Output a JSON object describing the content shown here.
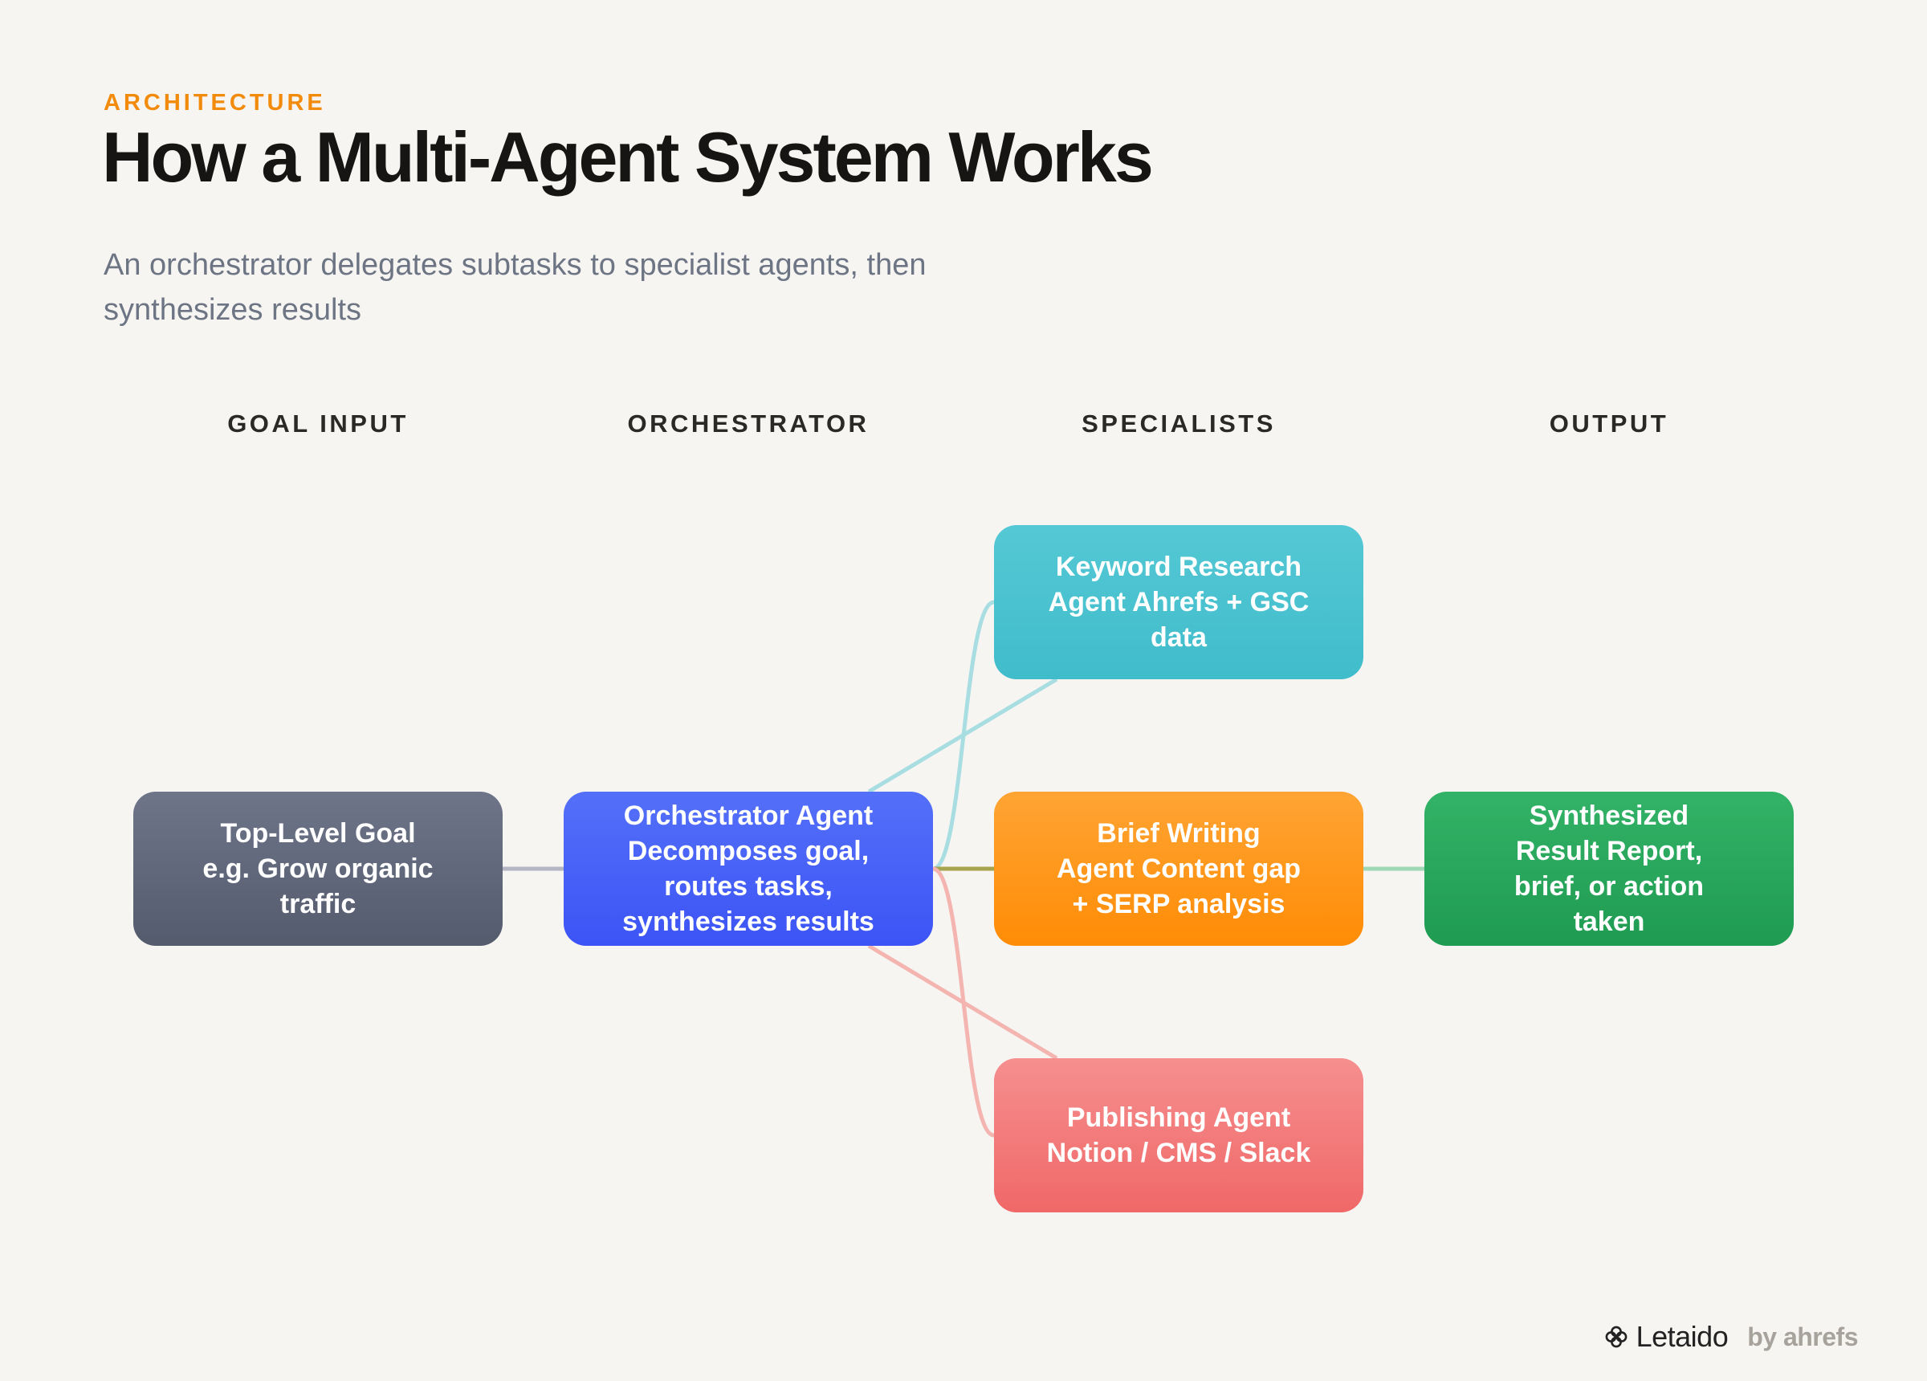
{
  "header": {
    "eyebrow": "ARCHITECTURE",
    "title": "How a Multi-Agent System Works",
    "subtitle": "An orchestrator delegates subtasks to specialist agents, then synthesizes results"
  },
  "columns": [
    "GOAL INPUT",
    "ORCHESTRATOR",
    "SPECIALISTS",
    "OUTPUT"
  ],
  "nodes": {
    "goal": {
      "text": "Top-Level Goal\ne.g. Grow organic traffic",
      "color": "#5f6679"
    },
    "orchestrator": {
      "text": "Orchestrator Agent Decomposes goal, routes tasks, synthesizes results",
      "color": "#4a63f7"
    },
    "keyword": {
      "text": "Keyword Research Agent Ahrefs + GSC data",
      "color": "#49c2d0"
    },
    "brief": {
      "text": "Brief Writing\nAgent Content gap\n+ SERP analysis",
      "color": "#ff9a1c"
    },
    "publishing": {
      "text": "Publishing Agent Notion / CMS / Slack",
      "color": "#f27c7c"
    },
    "output": {
      "text": "Synthesized Result Report, brief, or action taken",
      "color": "#28a75c"
    }
  },
  "connectors": {
    "goal_to_orchestrator": "#b4b6c4",
    "orchestrator_to_keyword": "#a8dde2",
    "orchestrator_to_brief": "#a6a44c",
    "orchestrator_to_publishing": "#f4b4b0",
    "brief_to_output": "#9ed8b4"
  },
  "brand": {
    "icon": "clover-icon",
    "name": "Letaido",
    "by": "by ahrefs"
  }
}
